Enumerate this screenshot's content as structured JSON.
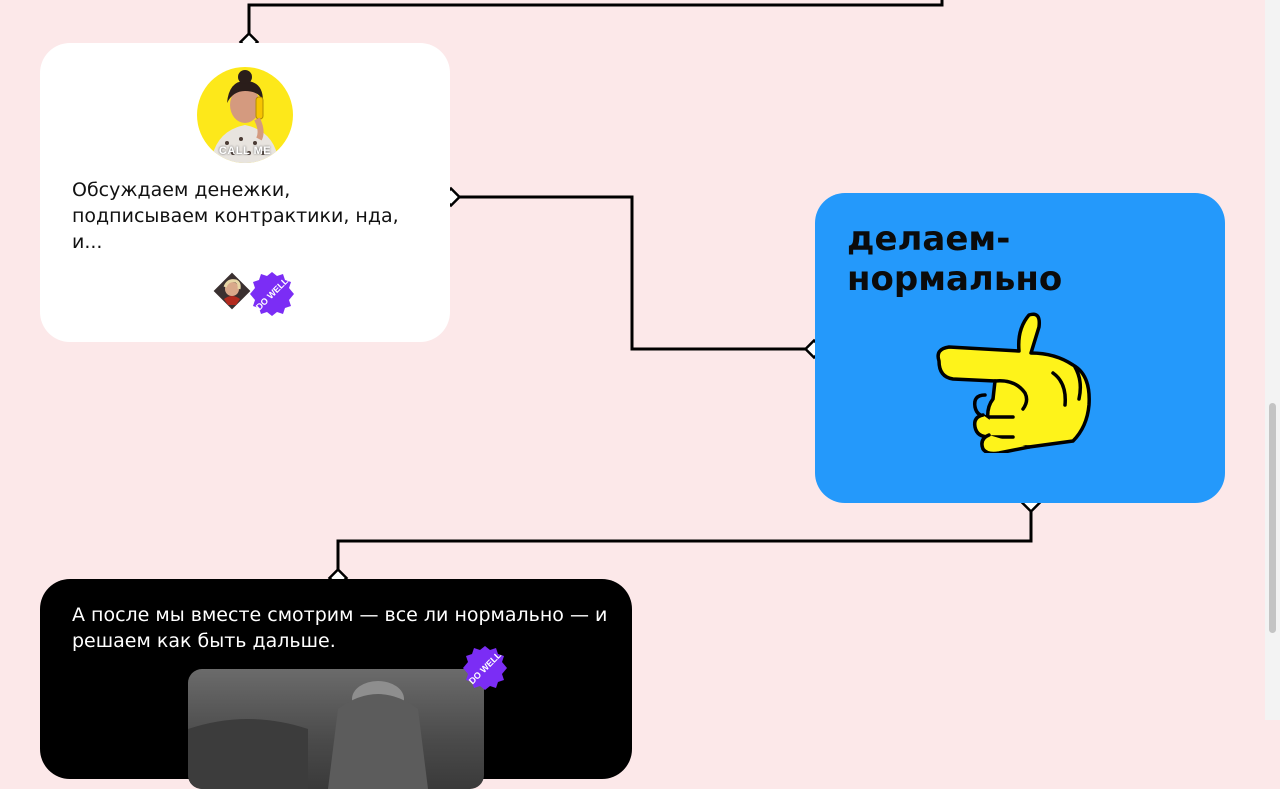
{
  "card_call": {
    "avatar_caption": "CALL ME",
    "text": "Обсуждаем денежки, подписываем контрактики, нда, и...",
    "badge_label": "DO WELL",
    "avatar_icon": "woman-phone-photo",
    "badge_icon": "dowell-badge-icon"
  },
  "card_normal": {
    "title": "делаем-нормально",
    "icon": "pointing-hand-icon",
    "color": "#2499fb"
  },
  "card_final": {
    "text": "А после мы вместе смотрим — все ли нормально — и решаем как быть дальше.",
    "badge_label": "DO WELL",
    "video_icon": "video-thumbnail"
  },
  "colors": {
    "background": "#fce8e9",
    "badge": "#7b2df5",
    "hand": "#fef31a"
  }
}
